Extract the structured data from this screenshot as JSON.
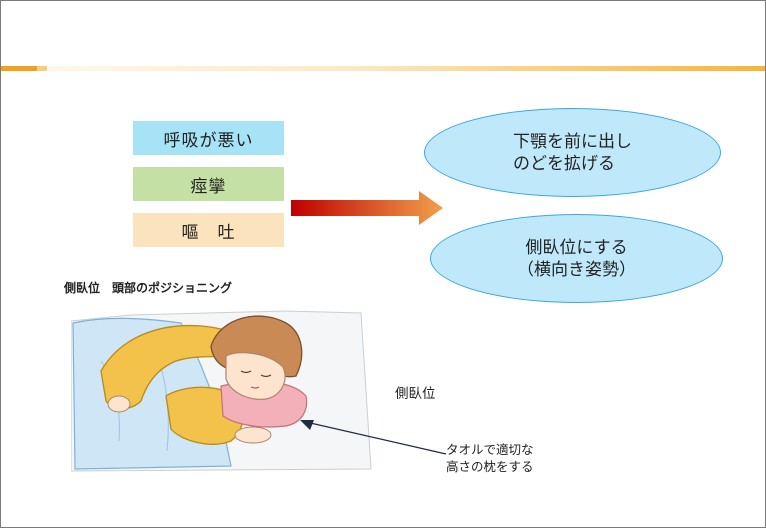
{
  "symptoms": [
    {
      "label": "呼吸が悪い",
      "color": "#a6e3f6"
    },
    {
      "label": "痙攣",
      "color": "#c4e0a4"
    },
    {
      "label": "嘔　吐",
      "color": "#fbe3bd"
    }
  ],
  "actions": [
    {
      "label": "下顎を前に出し\nのどを拡げる"
    },
    {
      "label": "側臥位にする\n（横向き姿勢）"
    }
  ],
  "illustration": {
    "caption": "側臥位　頭部のポジショニング",
    "side_label": "側臥位",
    "towel_label": "タオルで適切な\n高さの枕をする"
  },
  "colors": {
    "accent_band": "#f0a21c",
    "arrow_start": "#c00000",
    "arrow_end": "#f0a04b",
    "ellipse_fill": "#bfe9fb",
    "ellipse_border": "#3aa7e0"
  }
}
